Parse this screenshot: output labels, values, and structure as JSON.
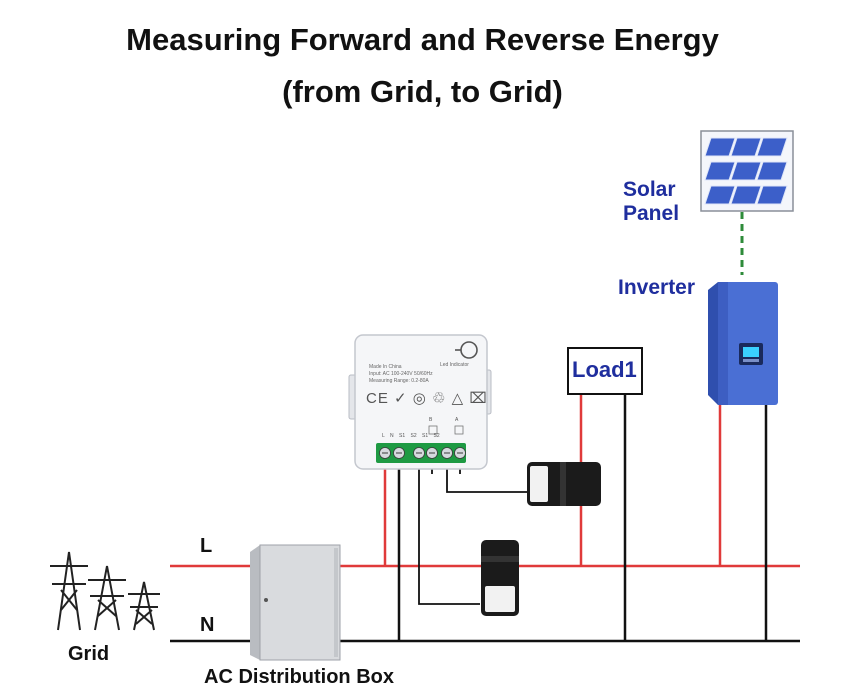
{
  "title": {
    "line1": "Measuring Forward and Reverse Energy",
    "line2": "(from Grid, to Grid)"
  },
  "labels": {
    "solar_panel_line1": "Solar",
    "solar_panel_line2": "Panel",
    "inverter": "Inverter",
    "load": "Load1",
    "line_l": "L",
    "line_n": "N",
    "grid": "Grid",
    "ac_box": "AC Distribution Box"
  },
  "meter": {
    "made_in": "Made In China",
    "led_indicator": "Led Indicator",
    "input": "Input: AC 100-240V 50/60Hz",
    "measuring_range": "Measuring Range: 0.2-80A",
    "cert_marks": "CE ✓ ◎ ♲ △ ⌧",
    "terminal_group_b": "B",
    "terminal_group_a": "A",
    "terminal_labels": "L  N  S1  S2  S1  S2"
  },
  "colors": {
    "live_wire": "#e03a3a",
    "neutral_wire": "#111111",
    "dc_line": "#2e8b3a",
    "label_blue": "#1f2e9e",
    "inverter_body": "#4a6fd4"
  }
}
